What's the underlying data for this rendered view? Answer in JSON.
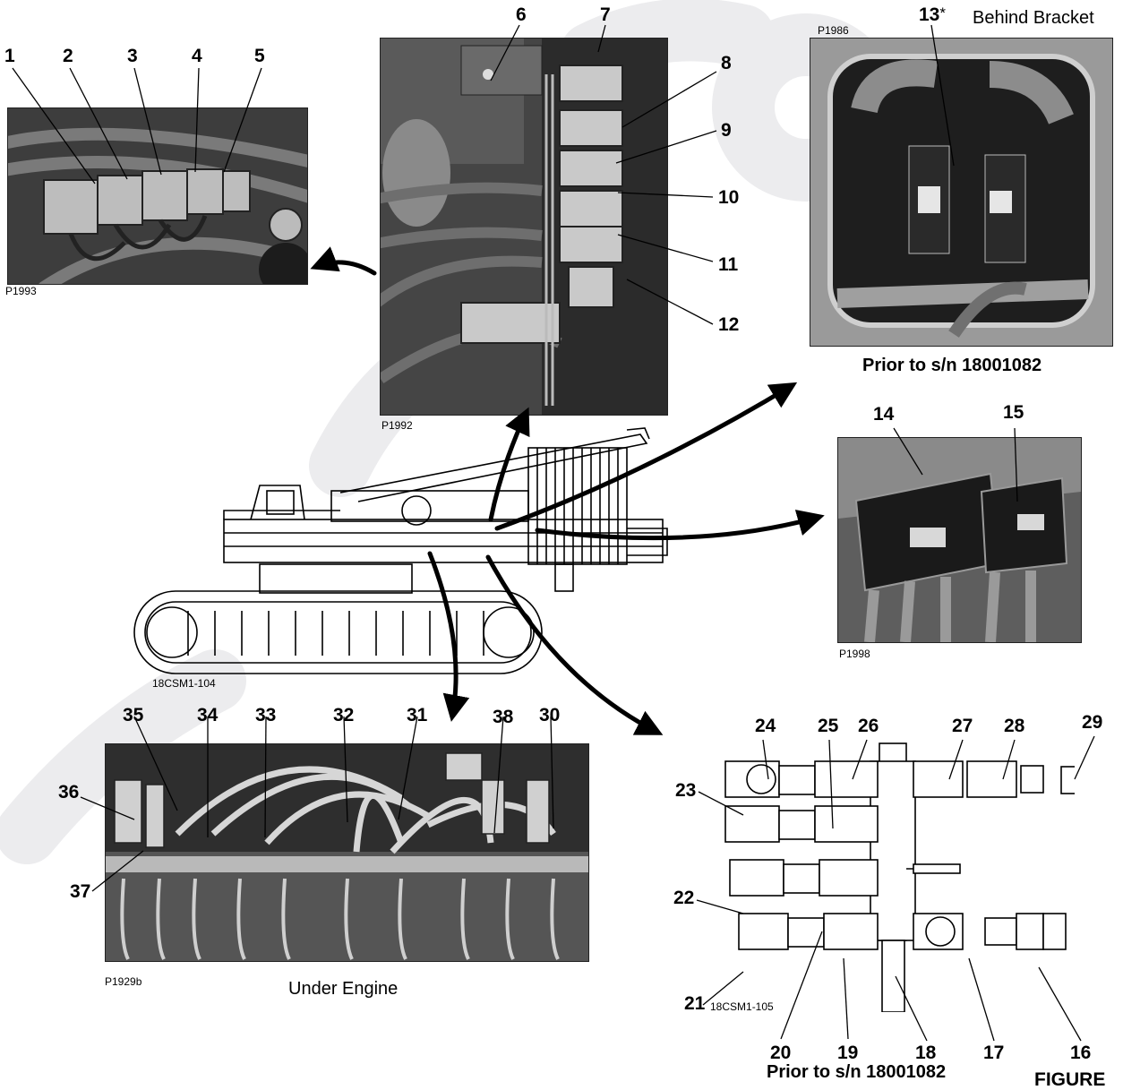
{
  "photos": {
    "p1": {
      "tag": "P1993"
    },
    "p2": {
      "tag": "P1992"
    },
    "p3": {
      "tag": "P1986",
      "label": "Behind Bracket",
      "caption": "Prior to s/n 18001082"
    },
    "p4": {
      "tag": "P1998"
    },
    "p5": {
      "tag": "P1929b",
      "caption": "Under Engine"
    }
  },
  "crane": {
    "tag": "18CSM1-104"
  },
  "pumps": {
    "tag": "18CSM1-105",
    "caption": "Prior to s/n 18001082"
  },
  "figure_label": "FIGURE",
  "callouts": {
    "c1": "1",
    "c2": "2",
    "c3": "3",
    "c4": "4",
    "c5": "5",
    "c6": "6",
    "c7": "7",
    "c8": "8",
    "c9": "9",
    "c10": "10",
    "c11": "11",
    "c12": "12",
    "c13": "13",
    "c13mark": "*",
    "c14": "14",
    "c15": "15",
    "c16": "16",
    "c17": "17",
    "c18": "18",
    "c19": "19",
    "c20": "20",
    "c21": "21",
    "c22": "22",
    "c23": "23",
    "c24": "24",
    "c25": "25",
    "c26": "26",
    "c27": "27",
    "c28": "28",
    "c29": "29",
    "c30": "30",
    "c31": "31",
    "c32": "32",
    "c33": "33",
    "c34": "34",
    "c35": "35",
    "c36": "36",
    "c37": "37",
    "c38": "38"
  },
  "colors": {
    "watermark": "#ececee",
    "arrow": "#000000",
    "photo_bg": "#4a4a4a"
  }
}
